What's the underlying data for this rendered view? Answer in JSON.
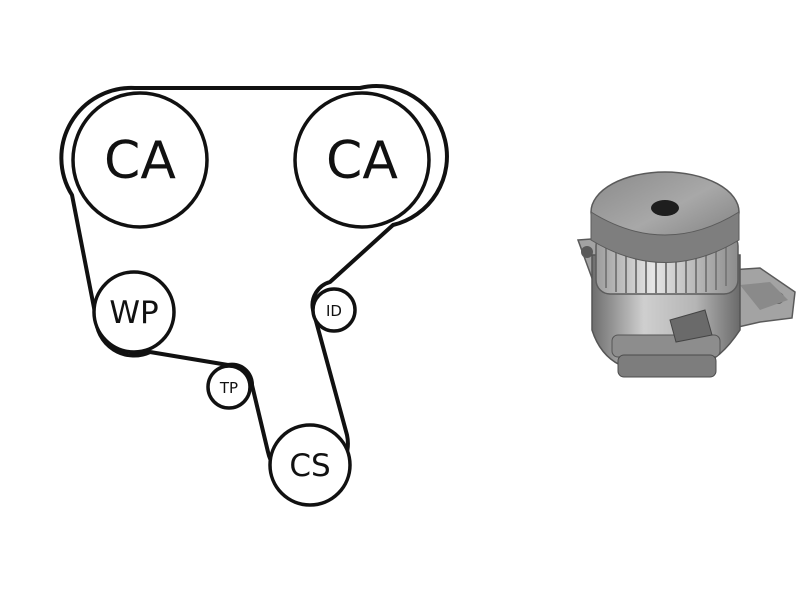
{
  "diagram": {
    "pulleys": [
      {
        "id": "cam-left",
        "label": "CA"
      },
      {
        "id": "cam-right",
        "label": "CA"
      },
      {
        "id": "water-pump",
        "label": "WP"
      },
      {
        "id": "idler",
        "label": "ID"
      },
      {
        "id": "tensioner",
        "label": "TP"
      },
      {
        "id": "crankshaft",
        "label": "CS"
      }
    ]
  },
  "colors": {
    "ink": "#111111",
    "background": "#ffffff",
    "metal_light": "#c9c9c9",
    "metal_mid": "#9a9a9a",
    "metal_dark": "#5e5e5e"
  }
}
